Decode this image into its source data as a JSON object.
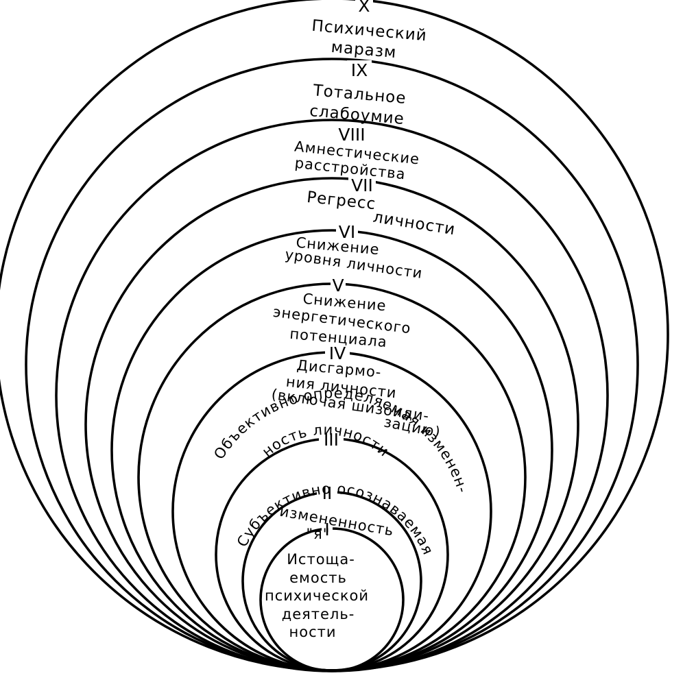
{
  "levels": [
    {
      "numeral": "I",
      "label": [
        "Истоща-",
        "емость",
        "психической",
        "деятель-",
        "ности"
      ]
    },
    {
      "numeral": "II",
      "label": [
        "Субъективно осознаваемая",
        "измененность",
        "\"я\""
      ]
    },
    {
      "numeral": "III",
      "label": [
        "Объективно определяемая изменен-",
        "ность личности"
      ]
    },
    {
      "numeral": "IV",
      "label": [
        "Дисгармо-",
        "ния личности",
        "(включая шизоиди-",
        "зацию)"
      ]
    },
    {
      "numeral": "V",
      "label": [
        "Снижение",
        "энергетического",
        "потенциала"
      ]
    },
    {
      "numeral": "VI",
      "label": [
        "Снижение",
        "уровня личности"
      ]
    },
    {
      "numeral": "VII",
      "label": [
        "Регресс",
        "личности"
      ]
    },
    {
      "numeral": "VIII",
      "label": [
        "Амнестические",
        "расстройства"
      ]
    },
    {
      "numeral": "IX",
      "label": [
        "Тотальное",
        "слабоумие"
      ]
    },
    {
      "numeral": "X",
      "label": [
        "Психический",
        "маразм"
      ]
    }
  ]
}
